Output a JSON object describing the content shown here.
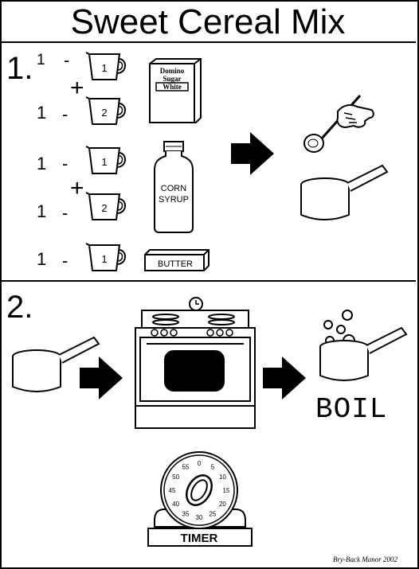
{
  "title": "Sweet Cereal Mix",
  "step1": {
    "number": "1.",
    "lines": [
      {
        "amount": "1",
        "dash": "-",
        "cup": "1"
      },
      {
        "amount": "1",
        "dash": "-",
        "cup": "2"
      },
      {
        "amount": "1",
        "dash": "-",
        "cup": "1"
      },
      {
        "amount": "1",
        "dash": "-",
        "cup": "2"
      },
      {
        "amount": "1",
        "dash": "-",
        "cup": "1"
      }
    ],
    "plus": "+",
    "sugar_box": [
      "Domino",
      "Sugar",
      "White"
    ],
    "syrup_bottle": [
      "CORN",
      "SYRUP"
    ],
    "butter": "BUTTER"
  },
  "step2": {
    "number": "2.",
    "boil": "BOIL",
    "timer": {
      "label": "TIMER",
      "dial": [
        "55",
        "0",
        "5",
        "50",
        "10",
        "45",
        "15",
        "40",
        "20",
        "35",
        "30",
        "25"
      ]
    }
  },
  "credit": "Bry-Back Manor 2002",
  "icons": [
    "measuring-cup-icon",
    "sugar-box-icon",
    "syrup-bottle-icon",
    "butter-stick-icon",
    "arrow-right-icon",
    "hand-spoon-icon",
    "saucepan-icon",
    "stove-icon",
    "clock-icon",
    "bubbles-icon",
    "kitchen-timer-icon"
  ]
}
